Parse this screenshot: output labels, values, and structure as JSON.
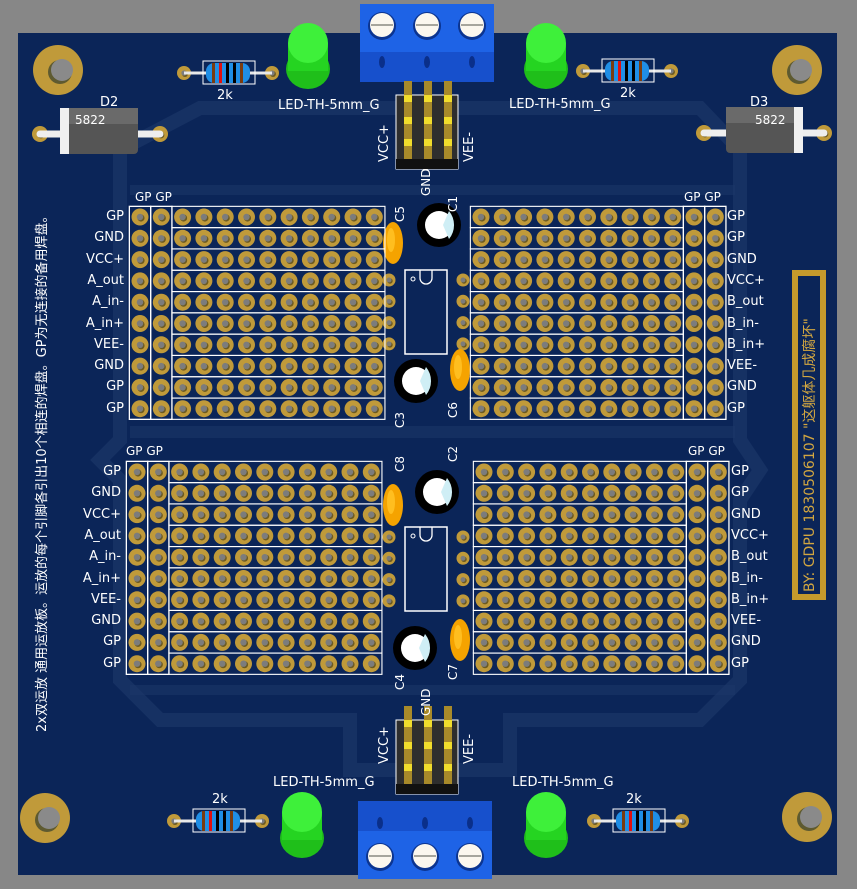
{
  "board": {
    "title_left": "2x双运放 通用运放板。运放的每个引脚各引出10个相连的焊盘。GP为无连接的备用焊盘。",
    "title_right": "BY: GDPU 1830506107 \"这躯体几成腐坏\"",
    "colors": {
      "background": "#878787",
      "pcb": "#0b2558",
      "pad": "#c09a3a",
      "silk": "#ffffff",
      "terminal": "#1e63e6",
      "led": "#22e01e",
      "capacitor_ceramic": "#f5a300"
    }
  },
  "top": {
    "terminal_block": {
      "name": "screw-terminal-top",
      "pins": 3
    },
    "header_labels": [
      "VCC+",
      "GND",
      "VEE-"
    ],
    "led_left_label": "LED-TH-5mm_G",
    "led_right_label": "LED-TH-5mm_G",
    "resistor_left_label": "2k",
    "resistor_right_label": "2k",
    "diode_left": {
      "ref": "D2",
      "value": "5822"
    },
    "diode_right": {
      "ref": "D3",
      "value": "5822"
    }
  },
  "bottom": {
    "terminal_block": {
      "name": "screw-terminal-bottom",
      "pins": 3
    },
    "header_labels": [
      "VCC+",
      "GND",
      "VEE-"
    ],
    "led_left_label": "LED-TH-5mm_G",
    "led_right_label": "LED-TH-5mm_G",
    "resistor_left_label": "2k",
    "resistor_right_label": "2k"
  },
  "capacitors": {
    "upper": {
      "electrolytic_top": "C1",
      "electrolytic_bottom": "C3",
      "ceramic_left": "C5",
      "ceramic_right": "C6"
    },
    "lower": {
      "electrolytic_top": "C2",
      "electrolytic_bottom": "C4",
      "ceramic_left": "C8",
      "ceramic_right": "C7"
    }
  },
  "grids": {
    "gp_header": "GP GP",
    "upper_left_rows": [
      "GP",
      "GND",
      "VCC+",
      "A_out",
      "A_in-",
      "A_in+",
      "VEE-",
      "GND",
      "GP",
      "GP"
    ],
    "upper_right_rows": [
      "GP",
      "GP",
      "GND",
      "VCC+",
      "B_out",
      "B_in-",
      "B_in+",
      "VEE-",
      "GND",
      "GP"
    ],
    "lower_left_rows": [
      "GP",
      "GND",
      "VCC+",
      "A_out",
      "A_in-",
      "A_in+",
      "VEE-",
      "GND",
      "GP",
      "GP"
    ],
    "lower_right_rows": [
      "GP",
      "GP",
      "GND",
      "VCC+",
      "B_out",
      "B_in-",
      "B_in+",
      "VEE-",
      "GND",
      "GP"
    ],
    "columns_per_row": 12
  }
}
